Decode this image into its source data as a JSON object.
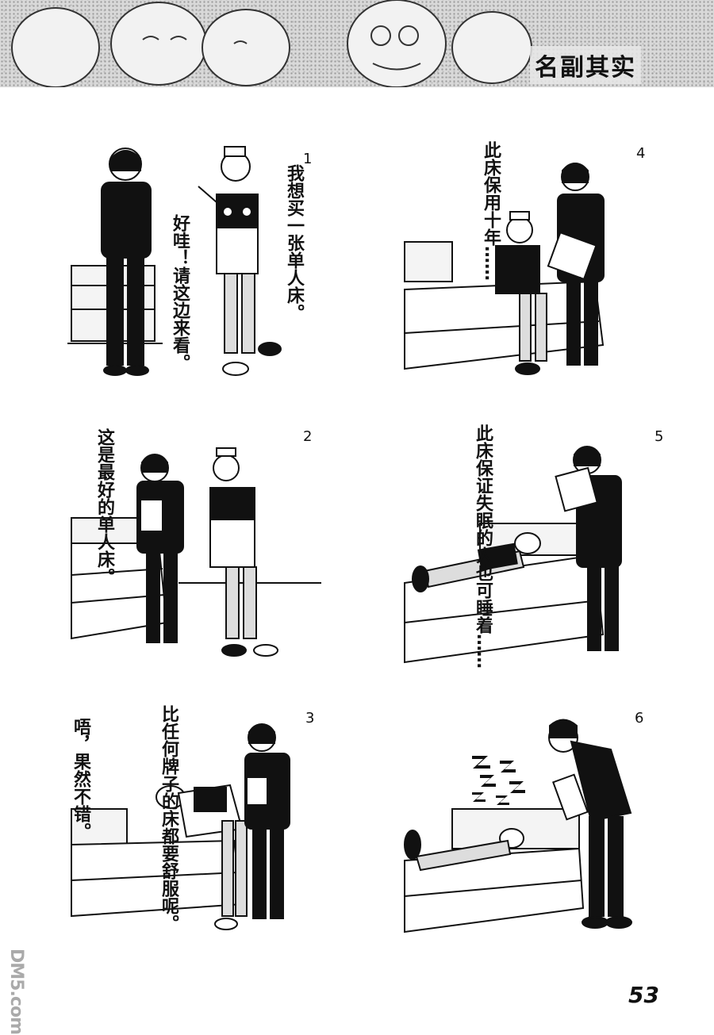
{
  "page": {
    "title": "名副其实",
    "page_number": "53",
    "watermark": "DM5.com"
  },
  "panels": [
    {
      "number": "1",
      "balloons": [
        "我想买一张单人床。",
        "好哇！请这边来看。"
      ]
    },
    {
      "number": "2",
      "balloons": [
        "这是最好的单人床。"
      ]
    },
    {
      "number": "3",
      "balloons": [
        "比任何牌子的床都要舒服呢。",
        "唔，果然不错。"
      ]
    },
    {
      "number": "4",
      "balloons": [
        "此床保用十年……"
      ]
    },
    {
      "number": "5",
      "balloons": [
        "此床保证失眠的人也可睡着……"
      ]
    },
    {
      "number": "6",
      "balloons": []
    }
  ],
  "icons": [
    "zzz-icon"
  ]
}
